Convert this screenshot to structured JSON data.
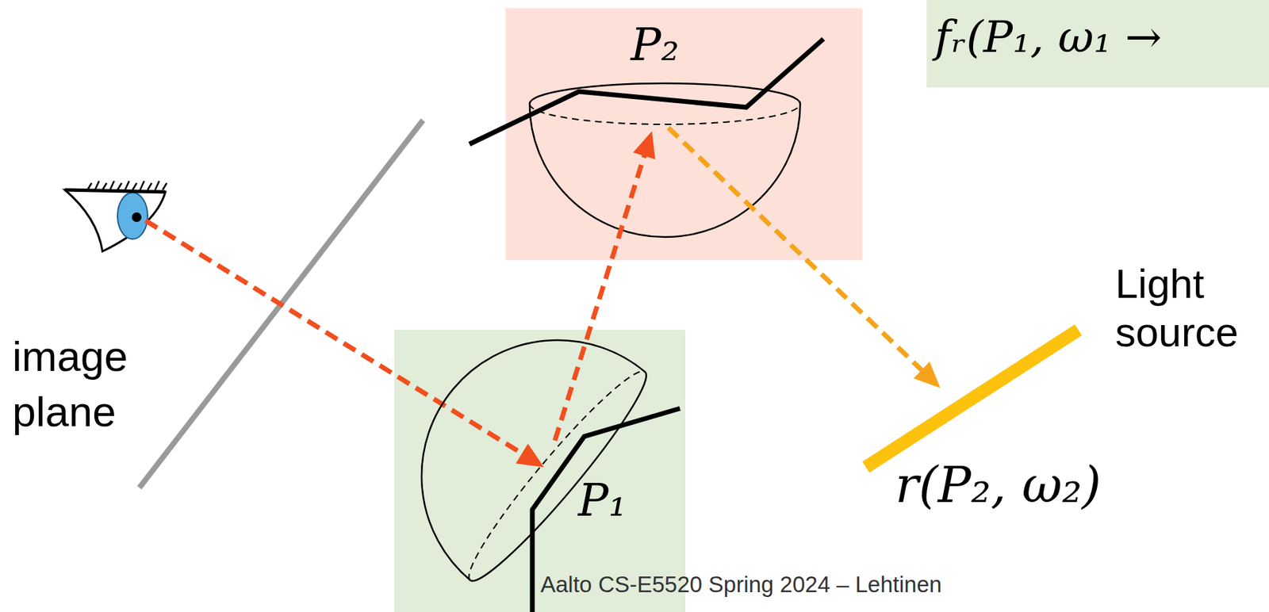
{
  "diagram": {
    "nodes": [
      {
        "text": [
          "P₂"
        ]
      },
      {
        "text": [
          "P₁"
        ]
      },
      {
        "text": [
          "fᵣ(P₁, ω₁ →"
        ]
      }
    ],
    "edges": [
      {
        "from": 1,
        "to": 0,
        "arrow": "to"
      }
    ],
    "labels": [
      "image plane",
      "Light source",
      "r(P₂, ω₂)",
      "Aalto CS-E5520 Spring 2024 – Lehtinen"
    ]
  }
}
